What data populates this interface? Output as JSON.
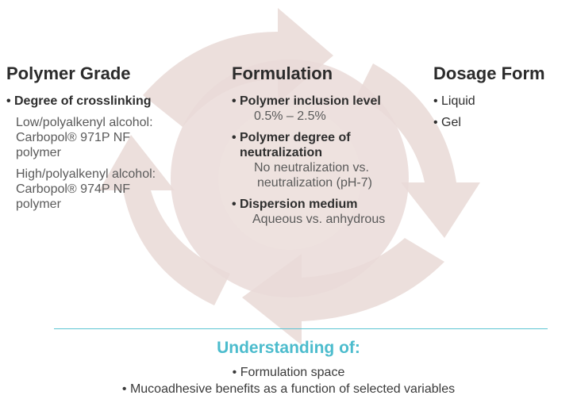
{
  "columns": {
    "polymer_grade": {
      "title": "Polymer Grade",
      "bullet": "Degree of crosslinking",
      "low": [
        "Low/polyalkenyl alcohol:",
        "Carbopol® 971P NF",
        "polymer"
      ],
      "high": [
        "High/polyalkenyl alcohol:",
        "Carbopol® 974P NF",
        "polymer"
      ]
    },
    "formulation": {
      "title": "Formulation",
      "inclusion_bullet": "Polymer inclusion level",
      "inclusion_detail": "0.5% – 2.5%",
      "neutral_bullet_1": "Polymer degree of",
      "neutral_bullet_2": "neutralization",
      "neutral_detail_1": "No neutralization vs.",
      "neutral_detail_2": "neutralization (pH-7)",
      "medium_bullet": "Dispersion medium",
      "medium_detail": "Aqueous vs. anhydrous"
    },
    "dosage_form": {
      "title": "Dosage Form",
      "items": [
        "Liquid",
        "Gel"
      ]
    }
  },
  "understanding": {
    "title": "Understanding of:",
    "items": [
      "Formulation space",
      "Mucoadhesive benefits as a function of selected variables"
    ]
  },
  "bullet_glyph": "•",
  "colors": {
    "accent": "#4cbccd",
    "cycle": "#eadbd8",
    "cycle_light": "#f4ebe9"
  }
}
